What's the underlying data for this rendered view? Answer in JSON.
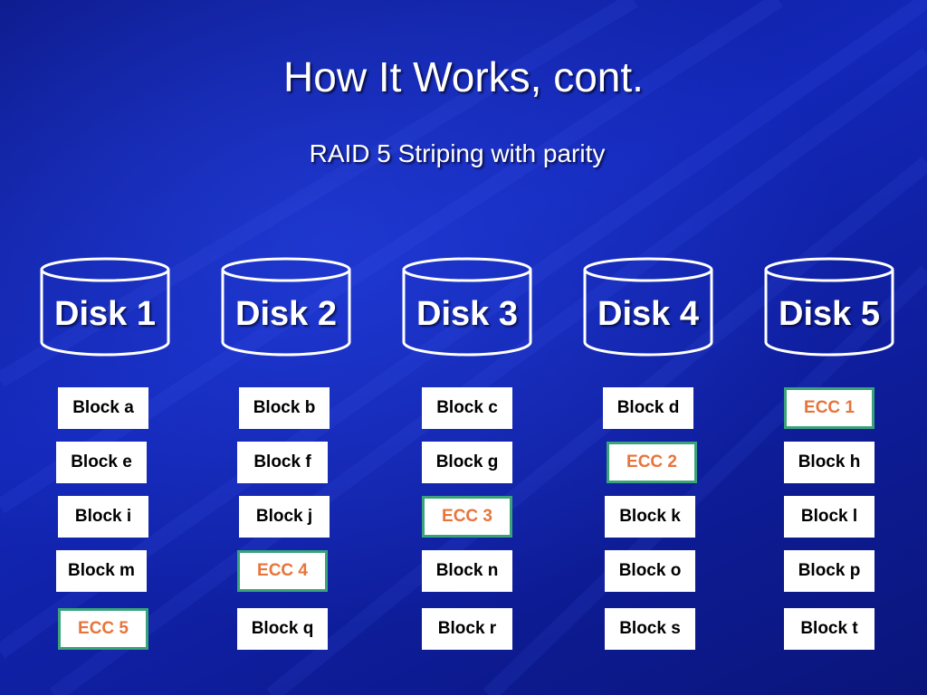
{
  "title": "How It Works, cont.",
  "subtitle": "RAID 5  Striping with parity",
  "colors": {
    "background": "#1327b8",
    "block_fill": "#ffffff",
    "block_text": "#000000",
    "ecc_text": "#e8743b",
    "ecc_border": "#3aa37a",
    "disk_outline": "#ffffff"
  },
  "disks": [
    {
      "label": "Disk 1",
      "blocks": [
        "Block a",
        "Block e",
        "Block i",
        "Block m",
        "ECC 5"
      ]
    },
    {
      "label": "Disk 2",
      "blocks": [
        "Block b",
        "Block f",
        "Block j",
        "ECC 4",
        "Block q"
      ]
    },
    {
      "label": "Disk 3",
      "blocks": [
        "Block c",
        "Block g",
        "ECC 3",
        "Block n",
        "Block r"
      ]
    },
    {
      "label": "Disk 4",
      "blocks": [
        "Block d",
        "ECC 2",
        "Block k",
        "Block o",
        "Block s"
      ]
    },
    {
      "label": "Disk 5",
      "blocks": [
        "ECC 1",
        "Block h",
        "Block l",
        "Block p",
        "Block t"
      ]
    }
  ]
}
